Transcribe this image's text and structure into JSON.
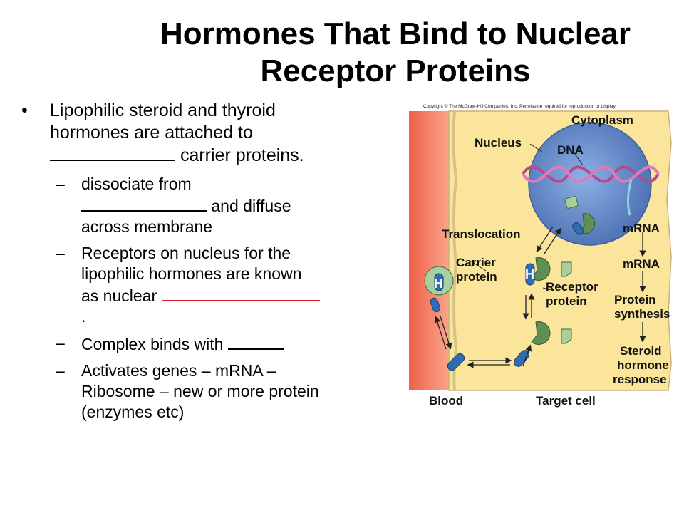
{
  "title": {
    "line1": "Hormones That Bind to Nuclear",
    "line2": "Receptor Proteins"
  },
  "bullets": {
    "main": {
      "marker": "•",
      "text_before": "Lipophilic steroid and thyroid hormones are attached to",
      "text_after": "carrier proteins."
    },
    "subs": [
      {
        "marker": "–",
        "before": "dissociate from",
        "after": "and diffuse across membrane"
      },
      {
        "marker": "–",
        "before": "Receptors on nucleus for the lipophilic hormones are known as nuclear",
        "after": "."
      },
      {
        "marker": "–",
        "before": "Complex binds with",
        "after": ""
      },
      {
        "marker": "–",
        "before": "Activates genes – mRNA –Ribosome – new or more protein (enzymes etc)",
        "after": ""
      }
    ]
  },
  "diagram": {
    "copyright": "Copyright © The McGraw-Hill Companies, Inc. Permission required for reproduction or display.",
    "labels": {
      "cytoplasm": "Cytoplasm",
      "nucleus": "Nucleus",
      "dna": "DNA",
      "translocation": "Translocation",
      "mrna_top": "mRNA",
      "mrna_mid": "mRNA",
      "carrier_line1": "Carrier",
      "carrier_line2": "protein",
      "receptor_line1": "Receptor",
      "receptor_line2": "protein",
      "protein_line1": "Protein",
      "protein_line2": "synthesis",
      "steroid_line1": "Steroid",
      "steroid_line2": "hormone",
      "steroid_line3": "response",
      "blood": "Blood",
      "target_cell": "Target cell",
      "hormone_letter": "H"
    },
    "colors": {
      "blood": "#f0604a",
      "cytoplasm": "#fbe59a",
      "nucleus": "#5b7fc0",
      "receptor": "#5f8f55",
      "carrier": "#a9cf9e",
      "hormone": "#2f6db3"
    }
  }
}
